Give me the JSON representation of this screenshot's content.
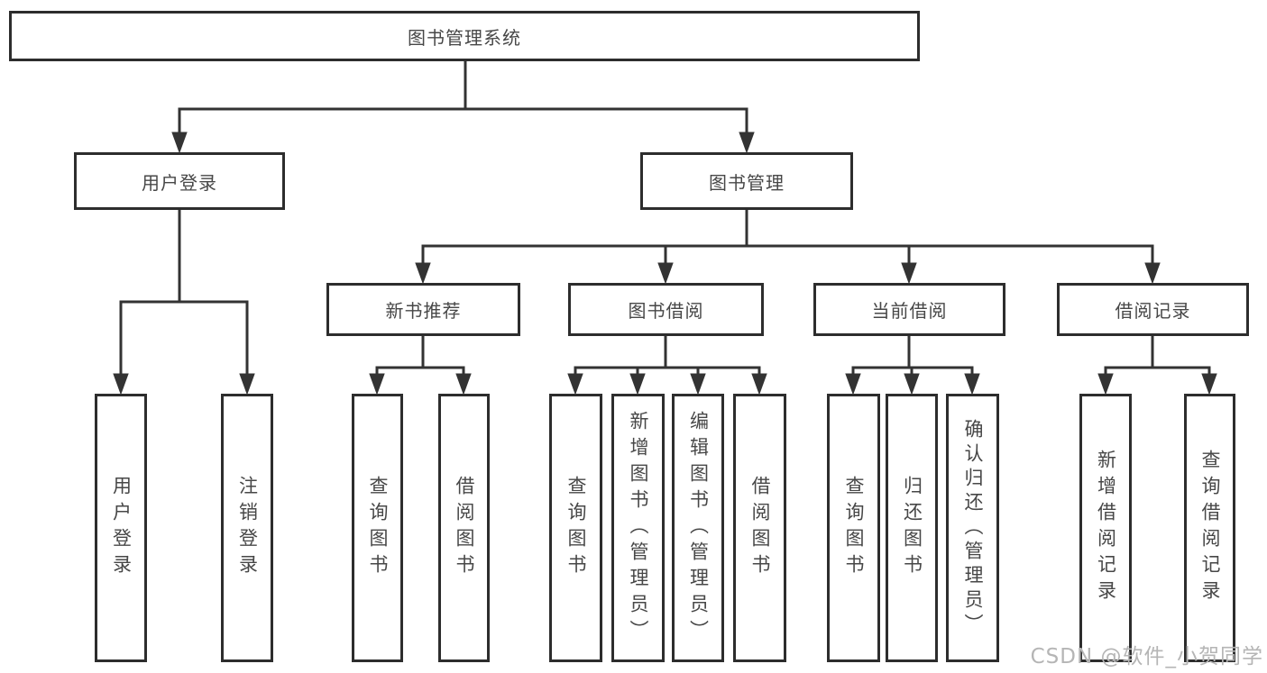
{
  "diagram": {
    "root": {
      "label": "图书管理系统"
    },
    "level2": [
      {
        "label": "用户登录"
      },
      {
        "label": "图书管理"
      }
    ],
    "level3": [
      {
        "label": "新书推荐"
      },
      {
        "label": "图书借阅"
      },
      {
        "label": "当前借阅"
      },
      {
        "label": "借阅记录"
      }
    ],
    "leaves": {
      "user_login": [
        {
          "label": "用户登录"
        },
        {
          "label": "注销登录"
        }
      ],
      "new_book_recommendation": [
        {
          "label": "查询图书"
        },
        {
          "label": "借阅图书"
        }
      ],
      "book_borrowing": [
        {
          "label": "查询图书"
        },
        {
          "label": "新增图书（管理员）"
        },
        {
          "label": "编辑图书（管理员）"
        },
        {
          "label": "借阅图书"
        }
      ],
      "current_borrowing": [
        {
          "label": "查询图书"
        },
        {
          "label": "归还图书"
        },
        {
          "label": "确认归还（管理员）"
        }
      ],
      "borrowing_records": [
        {
          "label": "新增借阅记录"
        },
        {
          "label": "查询借阅记录"
        }
      ]
    }
  },
  "watermark": {
    "text": "CSDN @软件_小贺同学"
  },
  "colors": {
    "line": "#333333",
    "box_border": "#2d2d2d",
    "box_background": "#ffffff",
    "text": "#474747",
    "watermark": "#b5b5b5",
    "page_background": "#ffffff"
  }
}
